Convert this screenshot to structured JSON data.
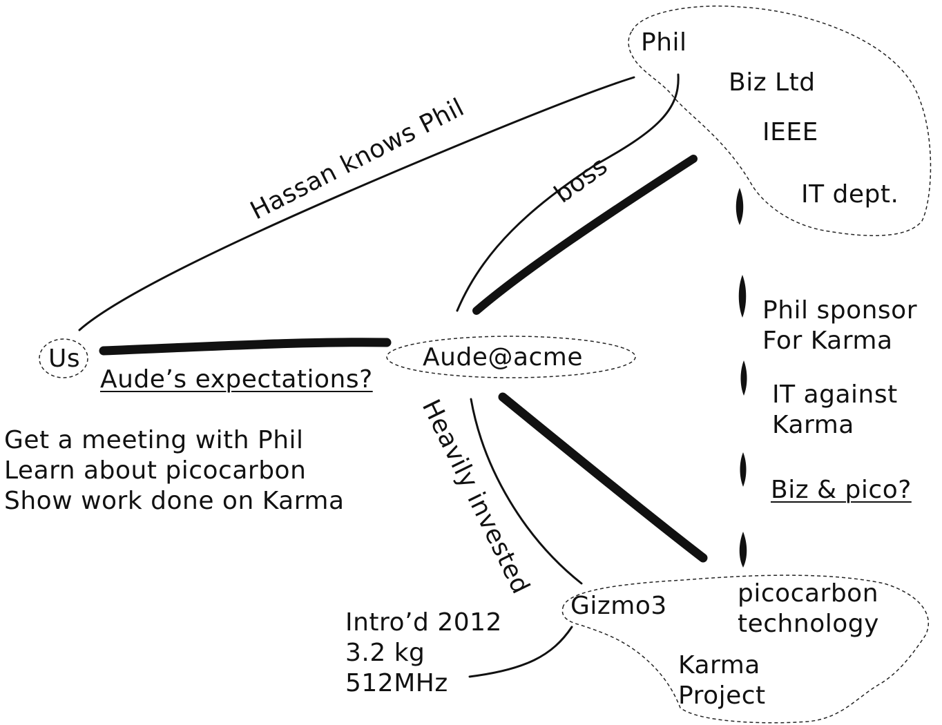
{
  "nodes": {
    "phil": "Phil",
    "us": "Us",
    "aude": "Aude@acme",
    "gizmo": "Gizmo3"
  },
  "phil_cloud": {
    "items": [
      "Biz Ltd",
      "IEEE",
      "IT dept."
    ]
  },
  "edges": {
    "hassan_knows_phil": "Hassan knows Phil",
    "boss": "boss",
    "heavily_invested": "Heavily invested",
    "aude_expectations": "Aude’s expectations?"
  },
  "goals": [
    "Get a meeting with Phil",
    "Learn about picocarbon",
    "Show work done on Karma"
  ],
  "gizmo_specs": [
    "Intro’d 2012",
    "3.2 kg",
    "512MHz"
  ],
  "notes": {
    "phil_sponsor": [
      "Phil sponsor",
      "For Karma"
    ],
    "it_against": [
      "IT against",
      "Karma"
    ],
    "biz_pico": "Biz & pico?"
  },
  "gizmo_cloud": {
    "tech": [
      "picocarbon",
      "technology"
    ],
    "project": [
      "Karma",
      "Project"
    ]
  }
}
